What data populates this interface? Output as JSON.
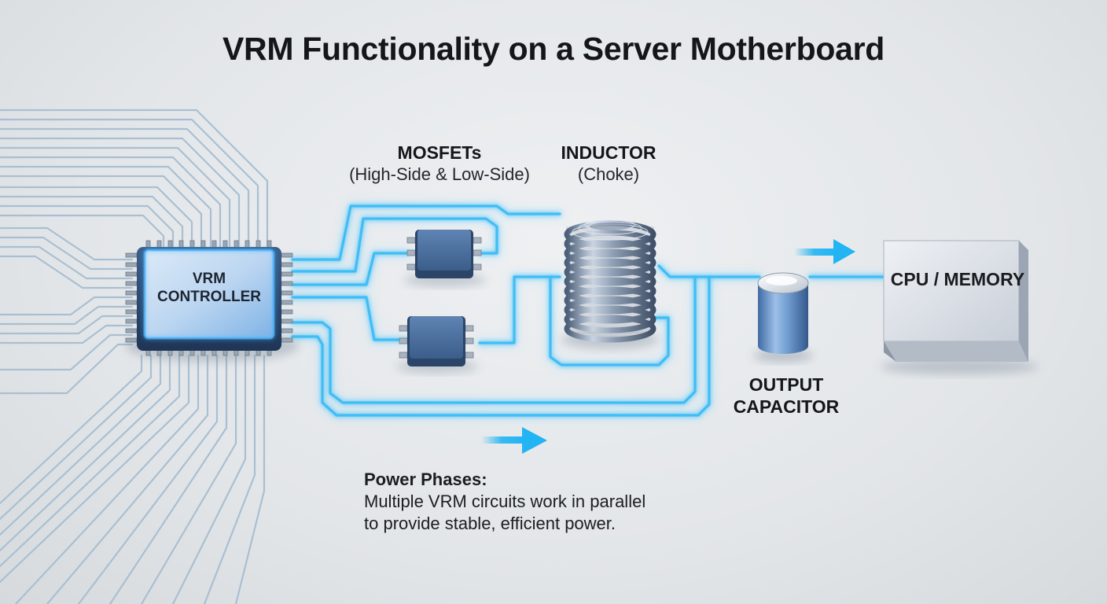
{
  "title": "VRM Functionality on a Server Motherboard",
  "labels": {
    "controller": "VRM CONTROLLER",
    "mosfets": "MOSFETs",
    "mosfets_sub": "(High-Side & Low-Side)",
    "inductor": "INDUCTOR",
    "inductor_sub": "(Choke)",
    "capacitor": "OUTPUT CAPACITOR",
    "cpu": "CPU / MEMORY"
  },
  "note": {
    "title": "Power Phases:",
    "line1": "Multiple VRM circuits work in parallel",
    "line2": "to provide stable, efficient power."
  },
  "colors": {
    "trace": "#3fbdf5",
    "trace_glow": "#8fdcff",
    "arrow": "#22b4f3",
    "chip_body": "#2d4b6e",
    "board_lines": "#a9bfd1"
  },
  "icons": {
    "flow_arrow": "arrow-right-icon"
  }
}
